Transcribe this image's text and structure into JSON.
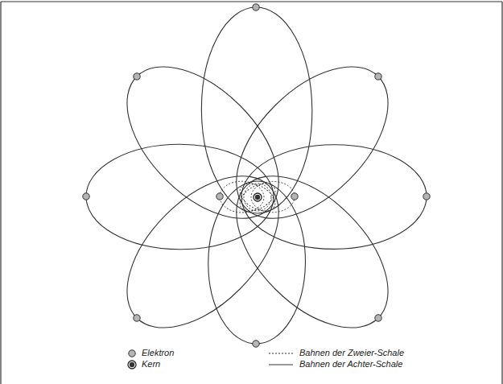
{
  "diagram": {
    "legend": [
      {
        "text": "Elektron"
      },
      {
        "text": "Kern"
      },
      {
        "text": "Bahnen der Zweier-Schale"
      },
      {
        "text": "Bahnen der Achter-Schale"
      }
    ]
  }
}
